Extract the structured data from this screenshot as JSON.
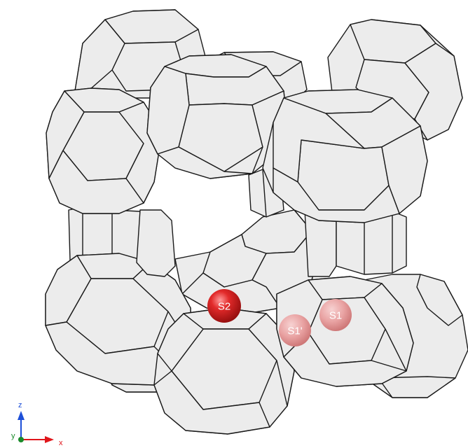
{
  "sites": {
    "s2": {
      "label": "S2",
      "color": "#e0161b",
      "text_color": "#ffffff"
    },
    "s1": {
      "label": "S1",
      "color": "#ea9a9a",
      "text_color": "#ffffff"
    },
    "s1p": {
      "label": "S1'",
      "color": "#ea9a9a",
      "text_color": "#ffffff"
    }
  },
  "axes": {
    "x": {
      "label": "x",
      "color": "#e0161b"
    },
    "y": {
      "label": "y",
      "color": "#1a8a2a"
    },
    "z": {
      "label": "z",
      "color": "#1d4fd8"
    }
  }
}
